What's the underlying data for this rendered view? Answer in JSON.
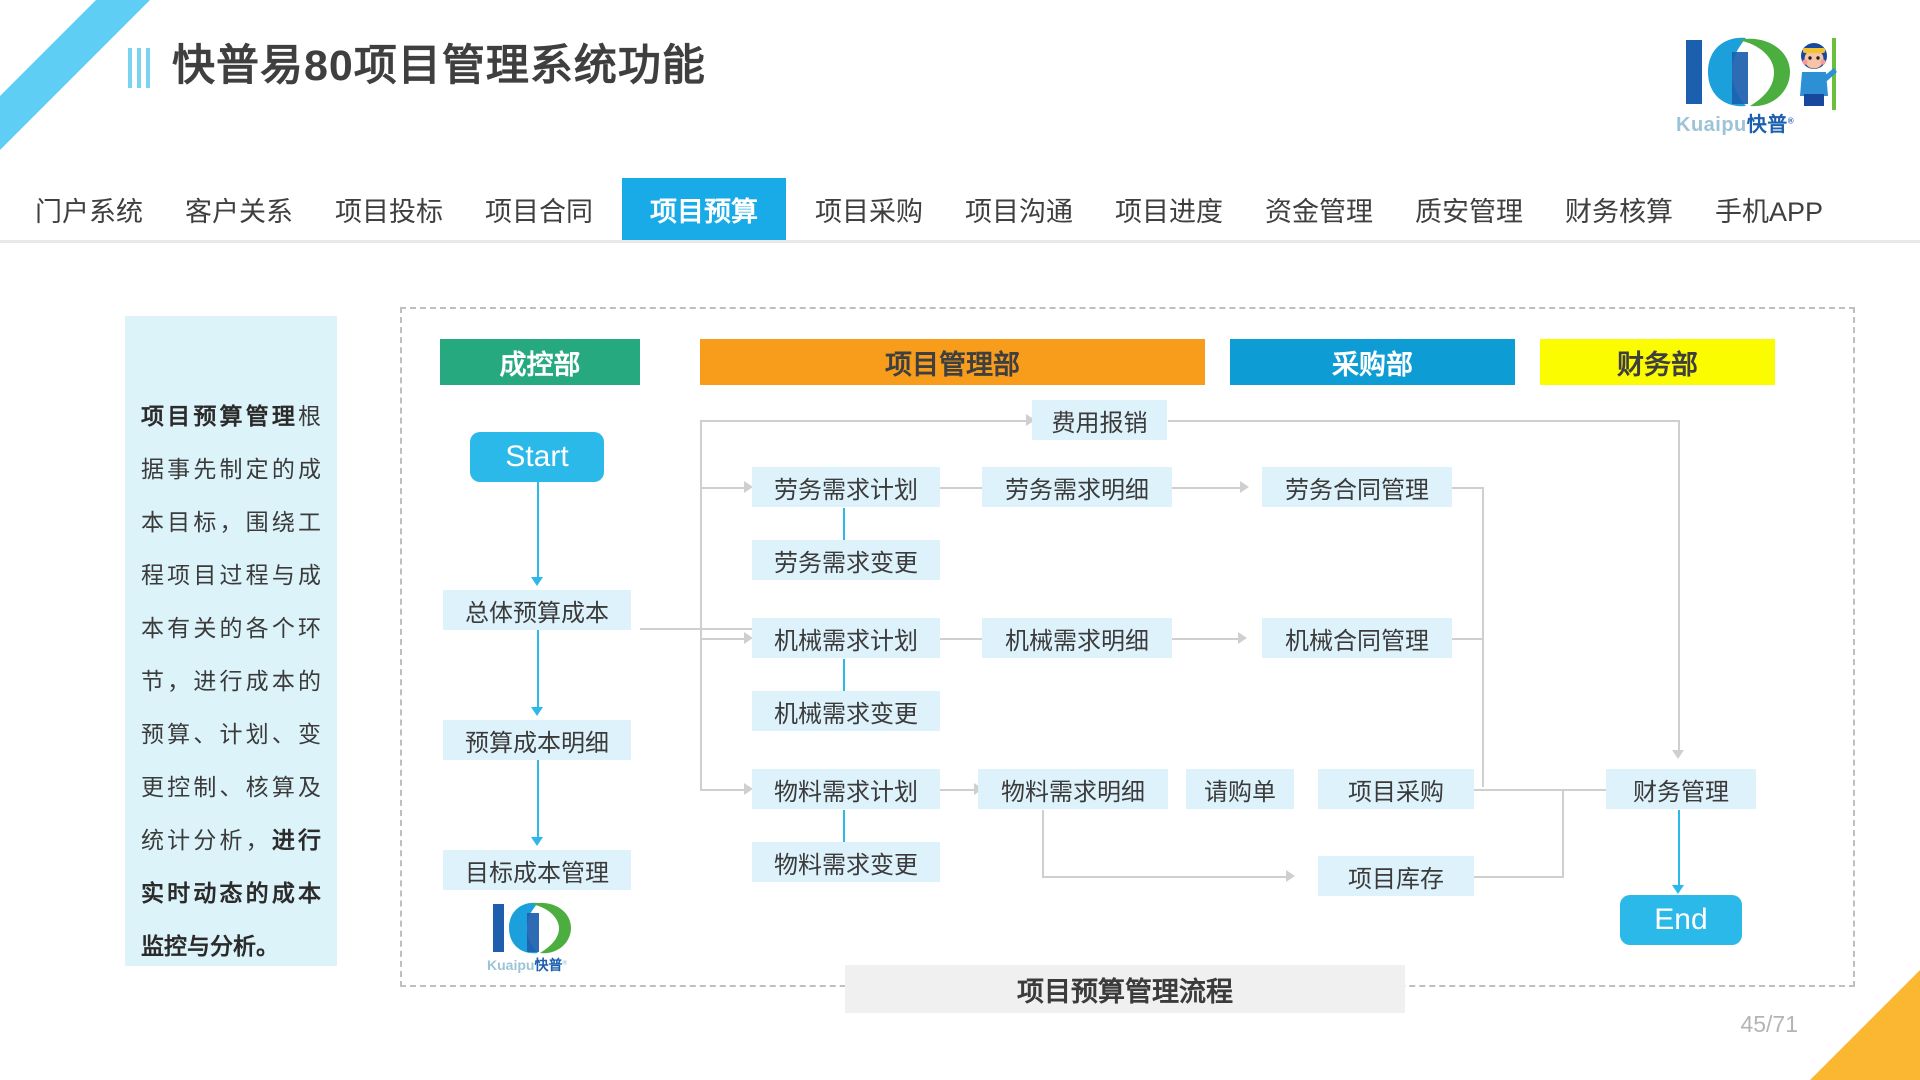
{
  "header": {
    "title": "快普易80项目管理系统功能",
    "brand_latin": "Kuaipu",
    "brand_cn": "快普",
    "brand_reg": "®"
  },
  "nav": {
    "items": [
      {
        "label": "门户系统",
        "active": false
      },
      {
        "label": "客户关系",
        "active": false
      },
      {
        "label": "项目投标",
        "active": false
      },
      {
        "label": "项目合同",
        "active": false
      },
      {
        "label": "项目预算",
        "active": true
      },
      {
        "label": "项目采购",
        "active": false
      },
      {
        "label": "项目沟通",
        "active": false
      },
      {
        "label": "项目进度",
        "active": false
      },
      {
        "label": "资金管理",
        "active": false
      },
      {
        "label": "质安管理",
        "active": false
      },
      {
        "label": "财务核算",
        "active": false
      },
      {
        "label": "手机APP",
        "active": false
      }
    ]
  },
  "description": {
    "lead": "项目预算管理",
    "body": "根据事先制定的成本目标，围绕工程项目过程与成本有关的各个环节，进行成本的预算、计划、变更控制、核算及统计分析，",
    "tail": "进行实时动态的成本监控与分析。"
  },
  "departments": [
    {
      "label": "成控部",
      "color": "#26A97F",
      "text_color": "#FFFFFF"
    },
    {
      "label": "项目管理部",
      "color": "#F89C1C",
      "text_color": "#3F3F3F"
    },
    {
      "label": "采购部",
      "color": "#0D9CD4",
      "text_color": "#FFFFFF"
    },
    {
      "label": "财务部",
      "color": "#FCFC00",
      "text_color": "#3F3F3F"
    }
  ],
  "nodes": {
    "start": "Start",
    "end": "End",
    "total_budget_cost": "总体预算成本",
    "budget_cost_detail": "预算成本明细",
    "target_cost_mgmt": "目标成本管理",
    "expense_reimbursement": "费用报销",
    "labor_demand_plan": "劳务需求计划",
    "labor_demand_change": "劳务需求变更",
    "labor_demand_detail": "劳务需求明细",
    "labor_contract_mgmt": "劳务合同管理",
    "machine_demand_plan": "机械需求计划",
    "machine_demand_change": "机械需求变更",
    "machine_demand_detail": "机械需求明细",
    "machine_contract_mgmt": "机械合同管理",
    "material_demand_plan": "物料需求计划",
    "material_demand_change": "物料需求变更",
    "material_demand_detail": "物料需求明细",
    "purchase_request": "请购单",
    "project_purchase": "项目采购",
    "project_inventory": "项目库存",
    "finance_mgmt": "财务管理"
  },
  "caption": "项目预算管理流程",
  "page_number": "45/71",
  "colors": {
    "accent": "#18ABE8",
    "node_fill": "#DEF2FB",
    "panel_fill": "#DCF3FA",
    "arrow_gray": "#CFCFCF",
    "arrow_cyan": "#2BB9EA",
    "corner_blue": "#5ECEF4",
    "corner_orange": "#FBB731"
  }
}
